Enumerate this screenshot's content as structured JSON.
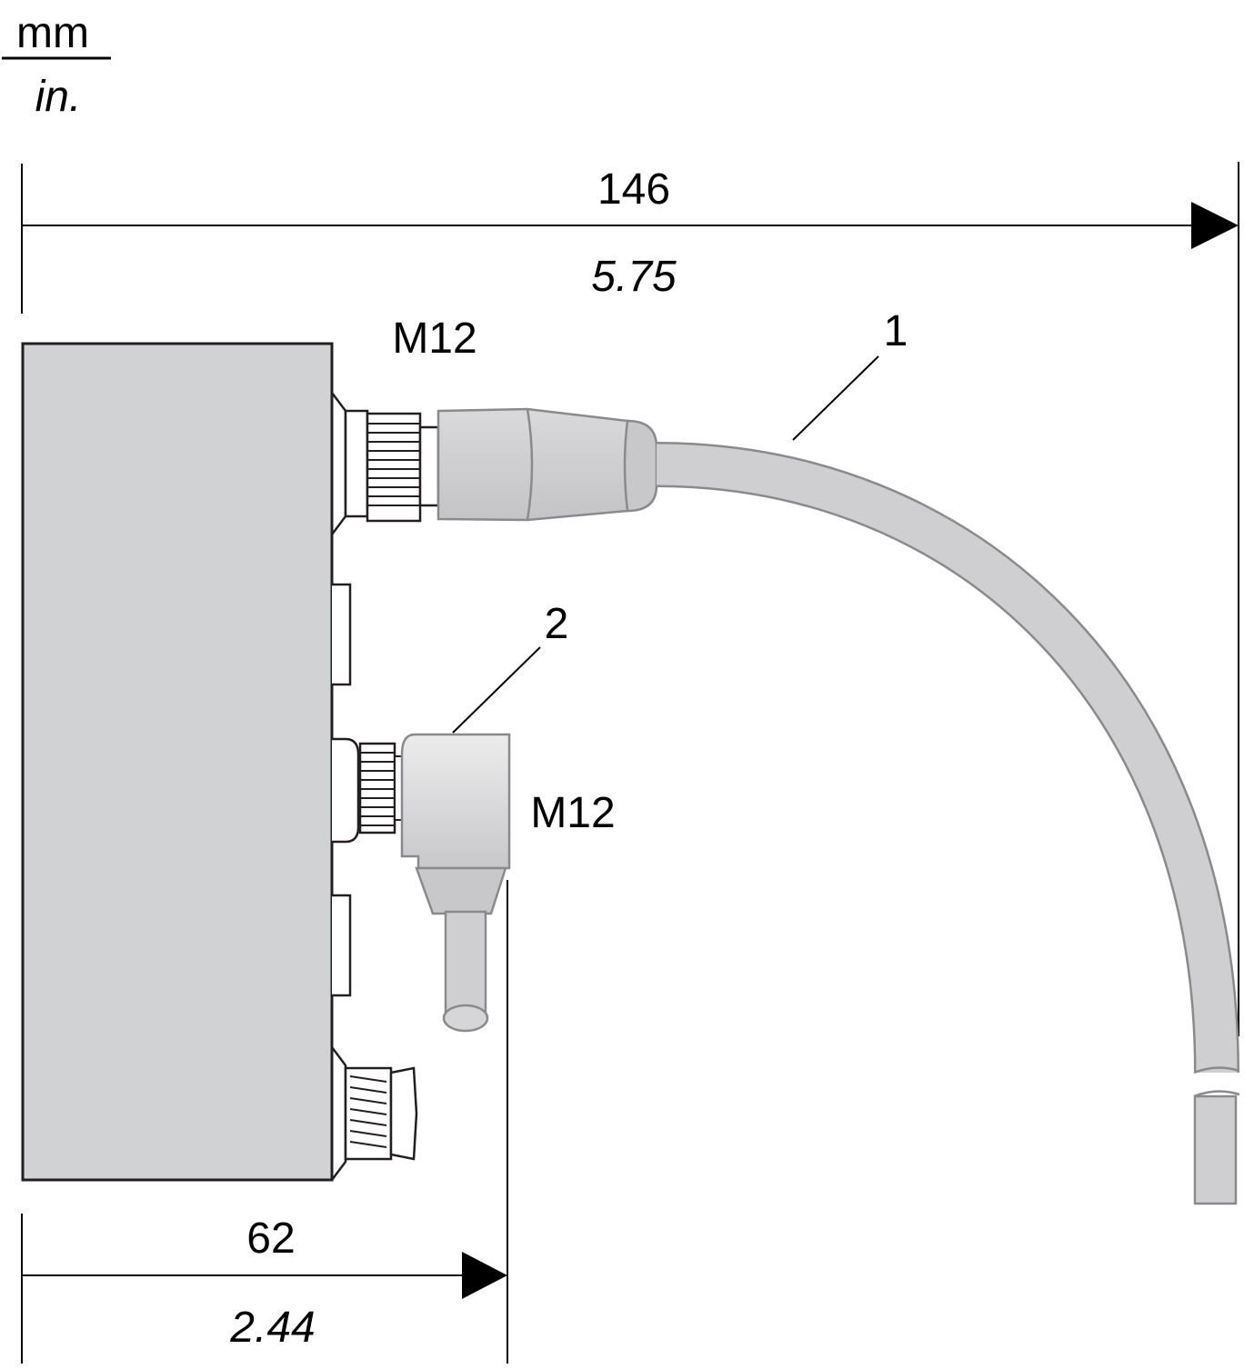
{
  "units": {
    "top": "mm",
    "bottom": "in."
  },
  "overall_width": {
    "mm": "146",
    "in": "5.75"
  },
  "depth_with_angled_connector": {
    "mm": "62",
    "in": "2.44"
  },
  "connector_labels": {
    "straight": "M12",
    "angled": "M12"
  },
  "callouts": {
    "straight_cable": "1",
    "angled_connector": "2"
  },
  "colors": {
    "body": "#d1d2d4",
    "outline": "#231f20",
    "cable": "#cfcfd1",
    "cable_edge": "#8a8a8c"
  }
}
